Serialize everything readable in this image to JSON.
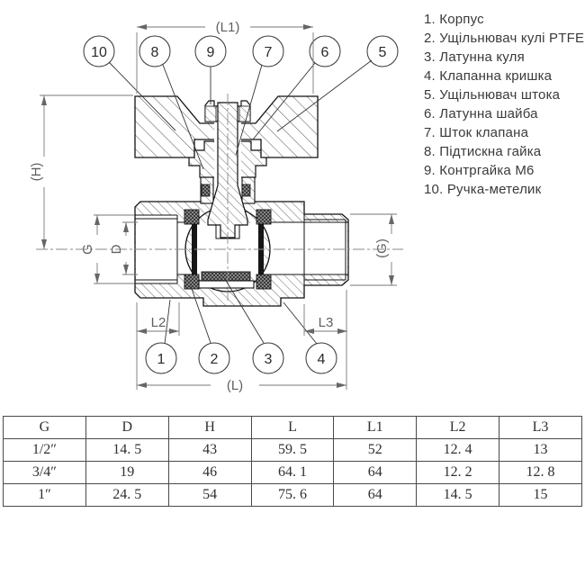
{
  "parts_list": {
    "items": [
      "1. Корпус",
      "2. Ущільнювач кулі PTFE",
      "3. Латунна куля",
      "4. Клапанна кришка",
      "5. Ущільнювач штока",
      "6. Латунна шайба",
      "7. Шток клапана",
      "8. Підтискна гайка",
      "9. Контргайка М6",
      "10. Ручка-метелик"
    ]
  },
  "drawing": {
    "dimension_labels": {
      "l1": "(L1)",
      "h": "(H)",
      "g_left": "G",
      "d": "D",
      "g_right": "(G)",
      "l2": "L2",
      "l3": "L3",
      "l": "(L)"
    },
    "balloons_top": [
      "10",
      "8",
      "9",
      "7",
      "6",
      "5"
    ],
    "balloons_bottom": [
      "1",
      "2",
      "3",
      "4"
    ]
  },
  "table": {
    "headers": [
      "G",
      "D",
      "H",
      "L",
      "L1",
      "L2",
      "L3"
    ],
    "rows": [
      [
        "1/2″",
        "14. 5",
        "43",
        "59. 5",
        "52",
        "12. 4",
        "13"
      ],
      [
        "3/4″",
        "19",
        "46",
        "64. 1",
        "64",
        "12. 2",
        "12. 8"
      ],
      [
        "1″",
        "24. 5",
        "54",
        "75. 6",
        "64",
        "14. 5",
        "15"
      ]
    ]
  }
}
